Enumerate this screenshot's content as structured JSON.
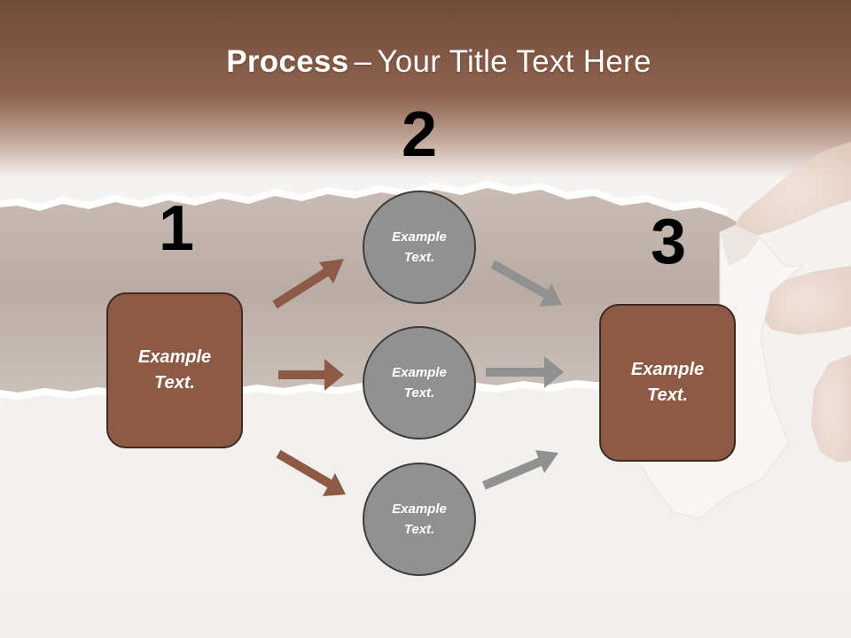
{
  "slide": {
    "title_bold": "Process",
    "title_separator": "–",
    "title_rest": "Your Title Text Here"
  },
  "steps": {
    "num1": "1",
    "num2": "2",
    "num3": "3"
  },
  "nodes": {
    "start_box": "Example Text.",
    "circle_top": "Example Text.",
    "circle_middle": "Example Text.",
    "circle_bottom": "Example Text.",
    "end_box": "Example Text."
  },
  "colors": {
    "header_brown": "#7a5038",
    "box_fill": "#8c5a45",
    "box_border": "#3f2a20",
    "circle_fill": "#919191",
    "circle_border": "#3c3c3c",
    "arrow_brown": "#8c5a45",
    "arrow_gray": "#919191"
  }
}
